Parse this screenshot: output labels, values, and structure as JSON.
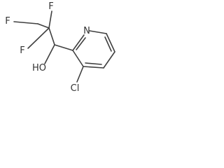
{
  "molecule": {
    "atoms": {
      "f1": "F",
      "f2": "F",
      "f3": "F",
      "oh": "HO",
      "n": "N",
      "cl": "Cl"
    }
  },
  "colors": {
    "bond": "#404040",
    "label": "#333333",
    "background": "#ffffff"
  }
}
